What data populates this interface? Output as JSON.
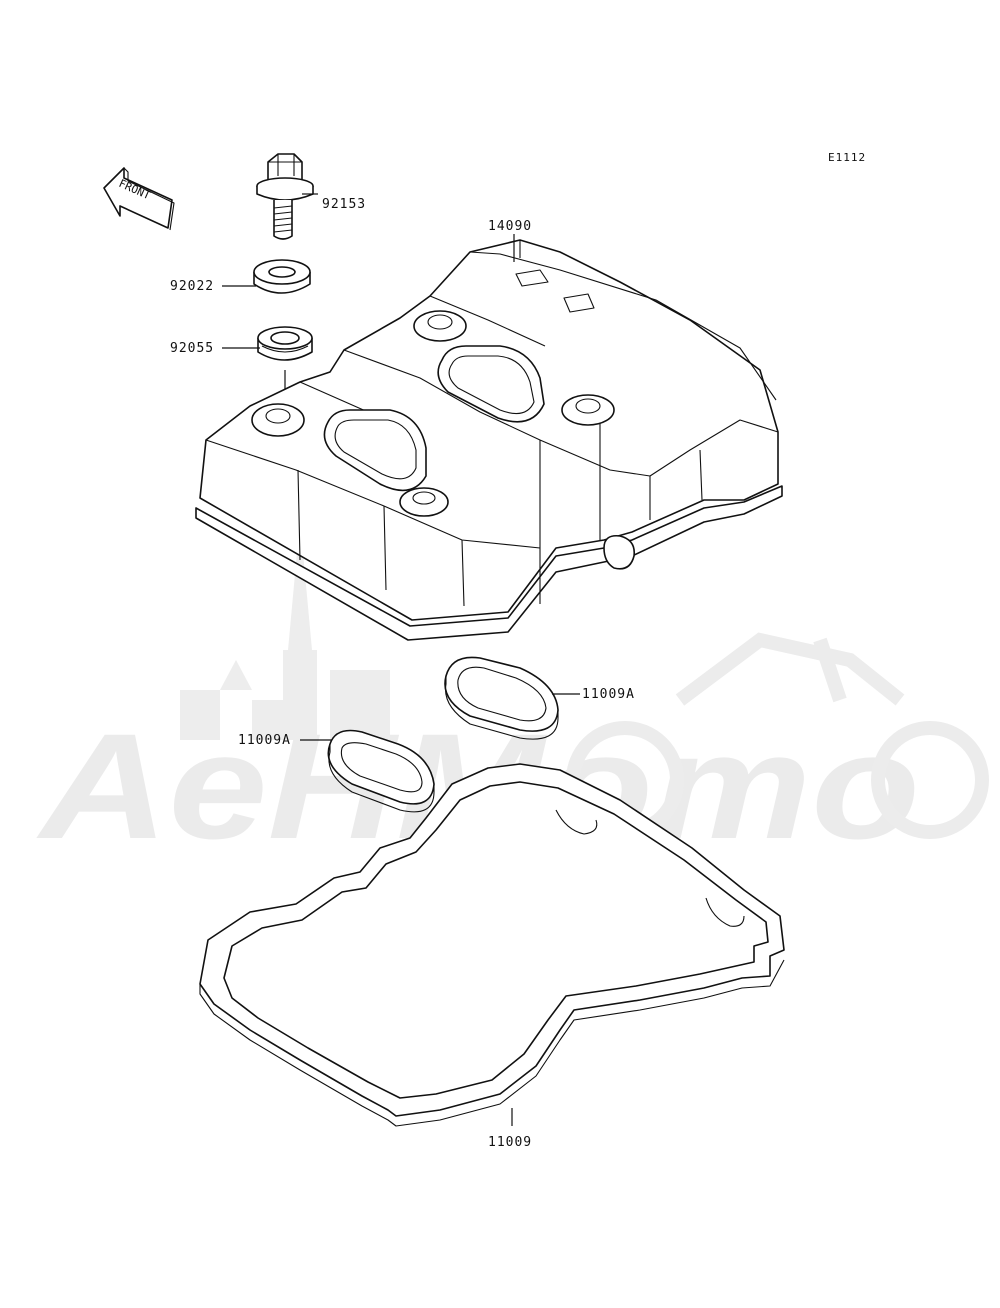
{
  "diagram": {
    "figure_code": "E1112",
    "front_arrow_text": "FRONT",
    "watermark_text": "AeHMomo",
    "callouts": [
      {
        "id": "bolt",
        "label": "92153"
      },
      {
        "id": "washer",
        "label": "92022"
      },
      {
        "id": "grommet",
        "label": "92055"
      },
      {
        "id": "cover",
        "label": "14090"
      },
      {
        "id": "plug-gasket-right",
        "label": "11009A"
      },
      {
        "id": "plug-gasket-left",
        "label": "11009A"
      },
      {
        "id": "cover-gasket",
        "label": "11009"
      }
    ]
  }
}
